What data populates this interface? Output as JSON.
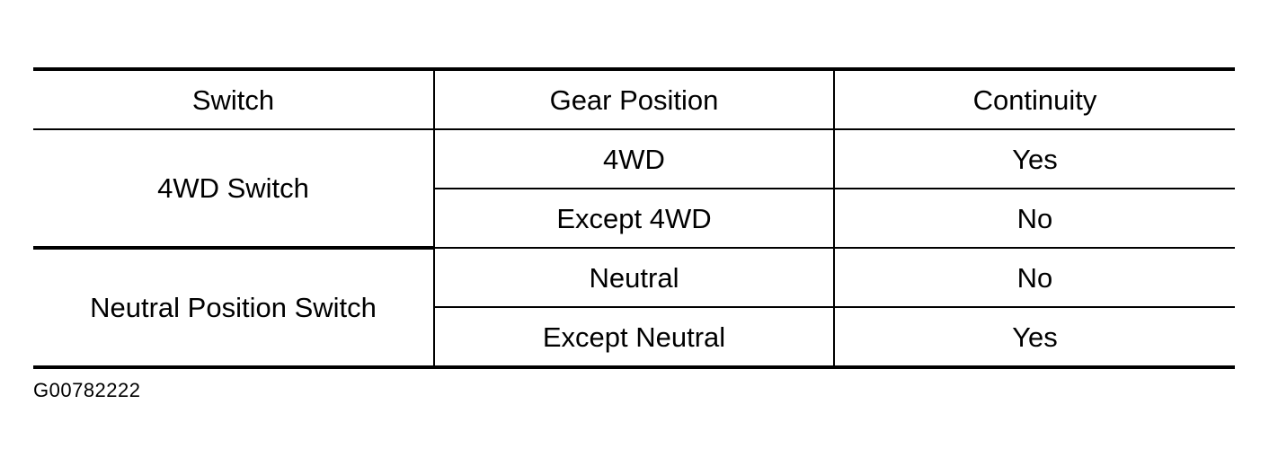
{
  "table": {
    "headers": {
      "switch": "Switch",
      "gear_position": "Gear Position",
      "continuity": "Continuity"
    },
    "groups": [
      {
        "switch": "4WD Switch",
        "rows": [
          {
            "gear_position": "4WD",
            "continuity": "Yes"
          },
          {
            "gear_position": "Except 4WD",
            "continuity": "No"
          }
        ]
      },
      {
        "switch": "Neutral Position Switch",
        "rows": [
          {
            "gear_position": "Neutral",
            "continuity": "No"
          },
          {
            "gear_position": "Except Neutral",
            "continuity": "Yes"
          }
        ]
      }
    ]
  },
  "figure_code": "G00782222"
}
